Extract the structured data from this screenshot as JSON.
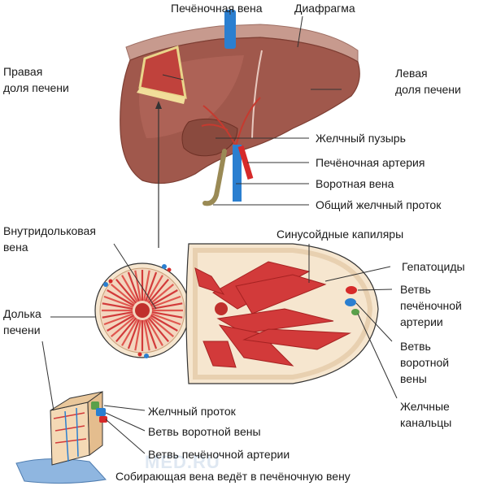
{
  "labels": {
    "hepatic_vein": "Печёночная вена",
    "diaphragm": "Диафрагма",
    "right_lobe": [
      "Правая",
      "доля печени"
    ],
    "left_lobe": [
      "Левая",
      "доля печени"
    ],
    "gallbladder": "Желчный пузырь",
    "hepatic_artery": "Печёночная артерия",
    "portal_vein": "Воротная вена",
    "common_bile_duct": "Общий желчный проток",
    "central_vein": [
      "Внутридольковая",
      "вена"
    ],
    "sinusoids": "Синусойдные капиляры",
    "hepatocytes": "Гепатоциды",
    "artery_branch": [
      "Ветвь",
      "печёночной",
      "артерии"
    ],
    "portal_branch": [
      "Ветвь",
      "воротной",
      "вены"
    ],
    "bile_canaliculi": [
      "Желчные",
      "канальцы"
    ],
    "lobule": [
      "Долька",
      "печени"
    ],
    "bile_duct": "Желчный проток",
    "portal_vein_branch": "Ветвь воротной вены",
    "hepatic_artery_branch": "Ветвь печёночной артерии",
    "collecting_vein": "Собирающая вена ведёт в печёночную вену"
  },
  "watermark": "MED.RU",
  "colors": {
    "liver": "#a0584c",
    "liver_dark": "#8a4438",
    "diaphragm": "#c79a8e",
    "vein_blue": "#2b7fd0",
    "artery_red": "#d62a2a",
    "bile_duct": "#9a8a55",
    "lobule_fill": "#f6e6cf",
    "sinusoid": "#d23a3a",
    "text": "#1a1a1a"
  }
}
